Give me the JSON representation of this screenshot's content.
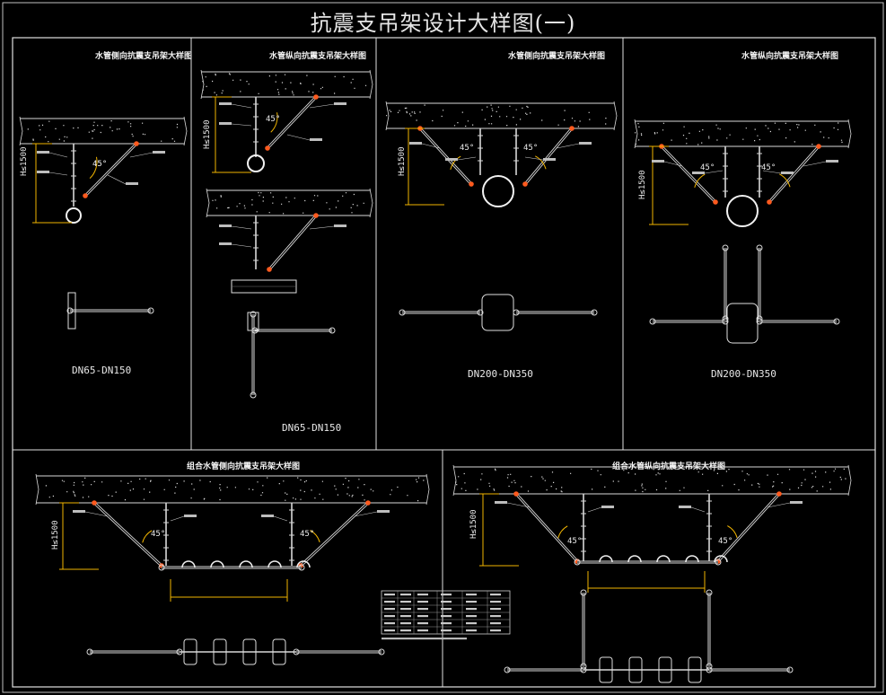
{
  "title": "抗震支吊架设计大样图(一)",
  "panels": [
    {
      "subtitle": "水管侧向抗震支吊架大样图",
      "size_label": "DN65-DN150"
    },
    {
      "subtitle": "水管纵向抗震支吊架大样图",
      "size_label": "DN65-DN150"
    },
    {
      "subtitle": "水管侧向抗震支吊架大样图",
      "size_label": "DN200-DN350"
    },
    {
      "subtitle": "水管纵向抗震支吊架大样图",
      "size_label": "DN200-DN350"
    },
    {
      "subtitle": "组合水管侧向抗震支吊架大样图",
      "size_label": ""
    },
    {
      "subtitle": "组合水管纵向抗震支吊架大样图",
      "size_label": ""
    }
  ],
  "dims": {
    "height": "H≤1500",
    "angle": "45°"
  },
  "colors": {
    "frame": "#e0e0e0",
    "slab": "#d8d8d8",
    "brace": "#d8d8d8",
    "accent": "#ff5a1e",
    "dim": "#f0b400",
    "bg": "#000000"
  }
}
